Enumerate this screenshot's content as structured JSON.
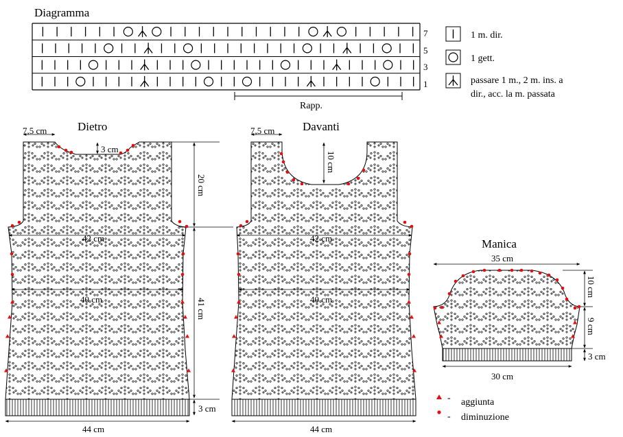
{
  "diagram": {
    "title": "Diagramma",
    "rows": [
      {
        "num": "7",
        "cells": "||||||O^O||||||||||O^O|||||"
      },
      {
        "num": "5",
        "cells": "|||||O||^||O||||||||O||^||O||"
      },
      {
        "num": "3",
        "cells": "||||O|||^|||O||||||O|||^|||O||"
      },
      {
        "num": "1",
        "cells": "|||O||||^||||O||O||||^||||O|||"
      }
    ],
    "repeat_label": "Rapp."
  },
  "legend": [
    {
      "symbol": "knit",
      "text": "1 m. dir."
    },
    {
      "symbol": "yarn-over",
      "text": "1 gett."
    },
    {
      "symbol": "decrease",
      "lines": [
        "passare 1 m., 2 m. ins. a",
        "dir., acc. la m. passata"
      ]
    }
  ],
  "pieces": {
    "back": {
      "title": "Dietro",
      "shoulder": "7,5 cm",
      "neck_depth": "3 cm",
      "armhole_height": "20 cm",
      "chest": "42 cm",
      "waist": "40 cm",
      "body_length": "41 cm",
      "rib": "3 cm",
      "bottom": "44 cm"
    },
    "front": {
      "title": "Davanti",
      "shoulder": "7,5 cm",
      "neck_depth": "10 cm",
      "chest": "42 cm",
      "waist": "40 cm",
      "bottom": "44 cm"
    },
    "sleeve": {
      "title": "Manica",
      "top_width": "35 cm",
      "cap_height": "10 cm",
      "side_height": "9 cm",
      "rib": "3 cm",
      "bottom": "30 cm"
    }
  },
  "key": [
    {
      "marker": "triangle",
      "text": "aggiunta"
    },
    {
      "marker": "dot",
      "text": "diminuzione"
    }
  ],
  "colors": {
    "marker": "#e01010",
    "line": "#000000"
  }
}
